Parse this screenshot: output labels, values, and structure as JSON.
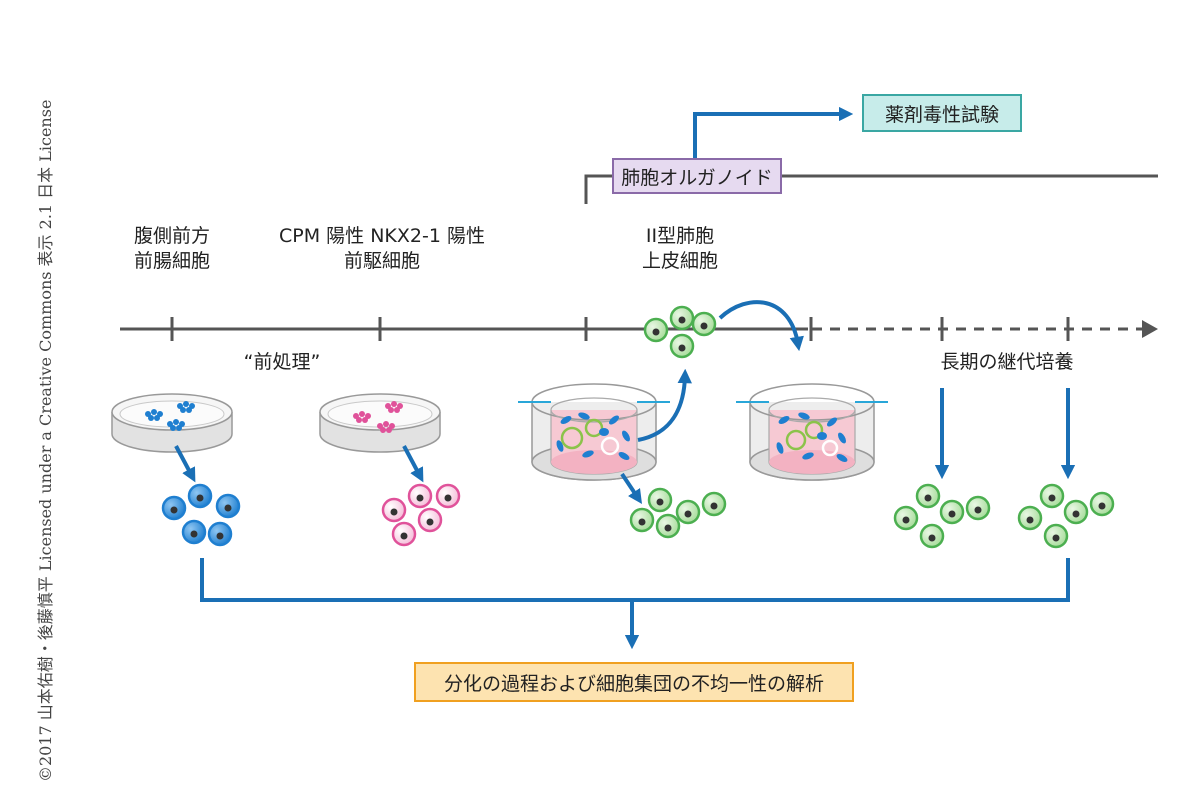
{
  "credit": "©2017 山本佑樹・後藤慎平 Licensed under a Creative Commons 表示 2.1 日本 License",
  "stages": {
    "foregut": {
      "line1": "腹側前方",
      "line2": "前腸細胞"
    },
    "progenitor": {
      "line1": "CPM 陽性 NKX2-1 陽性",
      "line2": "前駆細胞"
    },
    "at2": {
      "line1": "II型肺胞",
      "line2": "上皮細胞"
    }
  },
  "pretreatment": "“前処理”",
  "passage": "長期の継代培養",
  "organoid_box": "肺胞オルガノイド",
  "toxicity_box": "薬剤毒性試験",
  "analysis_box": "分化の過程および細胞集団の不均一性の解析",
  "colors": {
    "timeline": "#555555",
    "arrow": "#1a6fb5",
    "blue_cell": "#1f7fd0",
    "pink_cell": "#e0529a",
    "green_cell": "#4caf50",
    "organoid_fill": "#e6daf0",
    "organoid_border": "#8a6aa8",
    "toxicity_fill": "#c7ecea",
    "toxicity_border": "#3aa7a3",
    "analysis_fill": "#fde3b0",
    "analysis_border": "#f0a020"
  }
}
